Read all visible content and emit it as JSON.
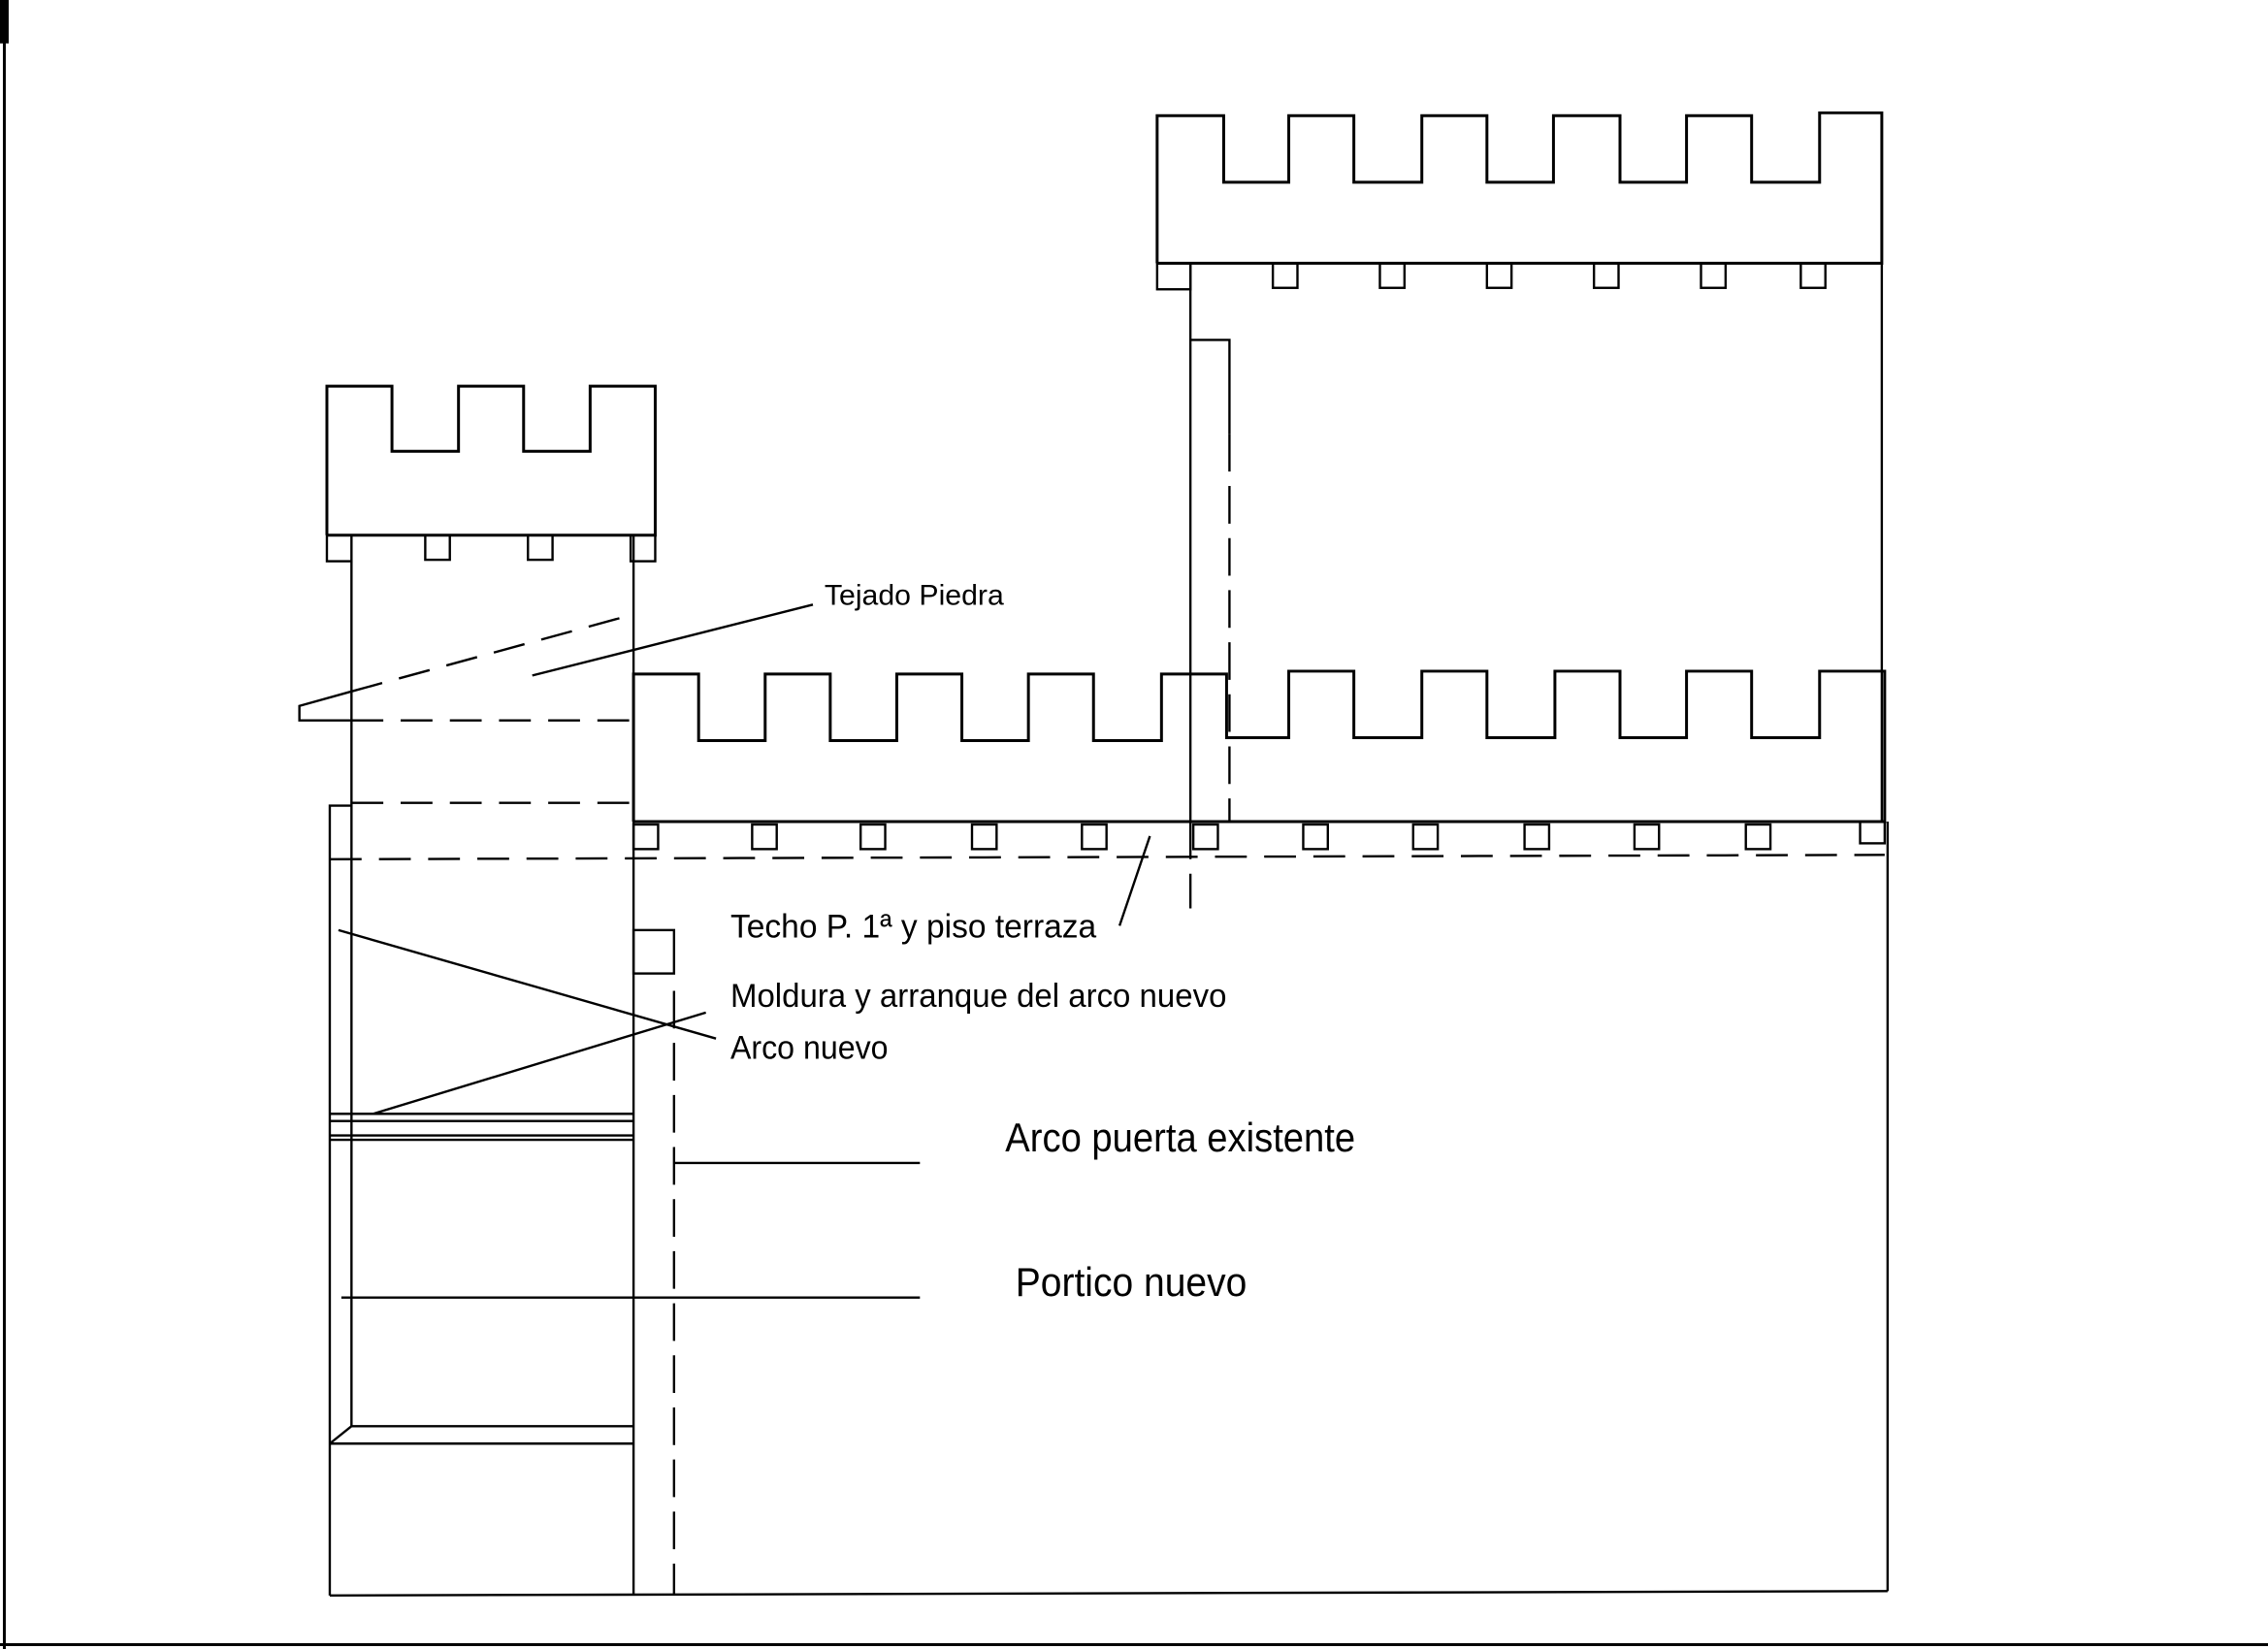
{
  "drawing": {
    "labels": {
      "tejado": "Tejado Piedra",
      "techo": "Techo P. 1ª y piso terraza",
      "moldura": "Moldura y arranque del arco nuevo",
      "arco_nuevo": "Arco nuevo",
      "arco_puerta": "Arco puerta existente",
      "portico": "Portico nuevo"
    },
    "colors": {
      "line": "#000000",
      "background": "#ffffff"
    }
  }
}
